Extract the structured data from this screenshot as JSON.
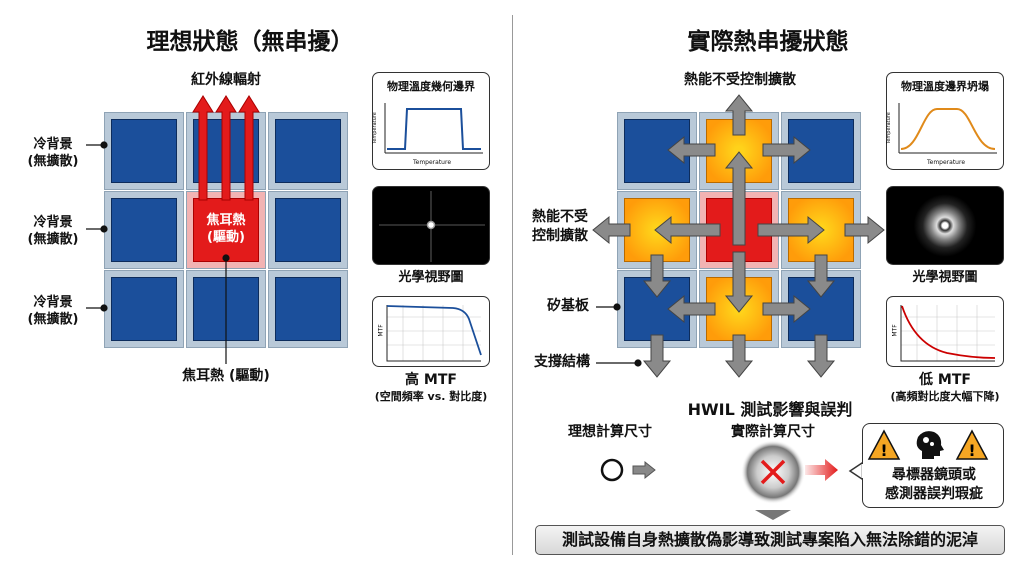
{
  "left": {
    "title": "理想狀態（無串擾）",
    "ir_label": "紅外線輻射",
    "cell_labels": [
      {
        "line1": "冷背景",
        "line2": "(無擴散)"
      },
      {
        "line1": "冷背景",
        "line2": "(無擴散)"
      },
      {
        "line1": "冷背景",
        "line2": "(無擴散)"
      }
    ],
    "hot_cell": {
      "line1": "焦耳熱",
      "line2": "(驅動)"
    },
    "hot_callout": "焦耳熱 (驅動)",
    "panels": {
      "profile_title": "物理溫度幾何邊界",
      "y_axis": "Temperature",
      "x_axis": "Temperature",
      "fov_label": "光學視野圖",
      "mtf_axis": "MTF",
      "mtf_label": "高 MTF",
      "mtf_sub": "(空間頻率 vs. 對比度)"
    }
  },
  "right": {
    "title": "實際熱串擾狀態",
    "top_label": "熱能不受控制擴散",
    "side_label": {
      "line1": "熱能不受",
      "line2": "控制擴散"
    },
    "substrate_label": "矽基板",
    "support_label": "支撐結構",
    "panels": {
      "profile_title": "物理溫度邊界坍塌",
      "y_axis": "Temperature",
      "x_axis": "Temperature",
      "fov_label": "光學視野圖",
      "mtf_axis": "MTF",
      "mtf_label": "低 MTF",
      "mtf_sub": "(高頻對比度大幅下降)"
    }
  },
  "impact": {
    "title": "HWIL 測試影響與誤判",
    "ideal_size": "理想計算尺寸",
    "actual_size": "實際計算尺寸",
    "warning": {
      "line1": "尋標器鏡頭或",
      "line2": "感測器誤判瑕疵"
    },
    "conclusion": "測試設備自身熱擴散偽影導致測試專案陷入無法除錯的泥淖"
  },
  "colors": {
    "blue": "#1b4f9b",
    "red": "#e31b1b",
    "orange": "#ff9c0a",
    "gray_arrow": "#8a8a8a",
    "warning": "#f5a623"
  }
}
